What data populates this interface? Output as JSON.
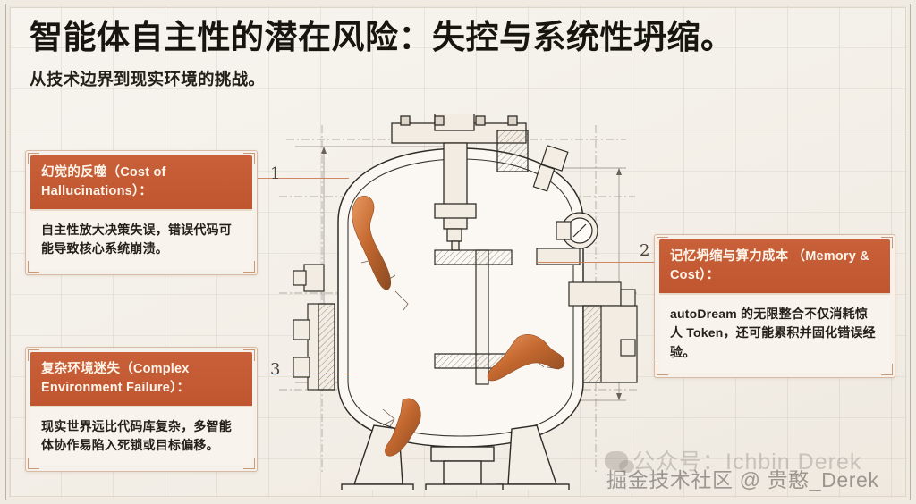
{
  "header": {
    "title": "智能体自主性的潜在风险：失控与系统性坍缩。",
    "subtitle": "从技术边界到现实环境的挑战。"
  },
  "cards": [
    {
      "number": "1",
      "head": "幻觉的反噬（Cost of Hallucinations）：",
      "body": "自主性放大决策失误，错误代码可能导致核心系统崩溃。"
    },
    {
      "number": "2",
      "head": "记忆坍缩与算力成本 （Memory & Cost）：",
      "body": "autoDream 的无限整合不仅消耗惊人 Token，还可能累积并固化错误经验。"
    },
    {
      "number": "3",
      "head": "复杂环境迷失（Complex Environment Failure）：",
      "body": "现实世界远比代码库复杂，多智能体协作易陷入死锁或目标偏移。"
    }
  ],
  "diagram": {
    "caption": "pressure-vessel-blueprint",
    "damage_marks": [
      "upper-left-crack",
      "mid-right-crack",
      "lower-left-crack"
    ]
  },
  "watermarks": {
    "faint": "公众号：Ichbin Derek",
    "main": "掘金技术社区 @ 贵憨_Derek"
  },
  "colors": {
    "card_header": "#C0562F",
    "card_body": "#F8F4ED",
    "paper": "#F4F0E9",
    "leader_line": "#C9754C",
    "rust": "#B55A2A"
  }
}
